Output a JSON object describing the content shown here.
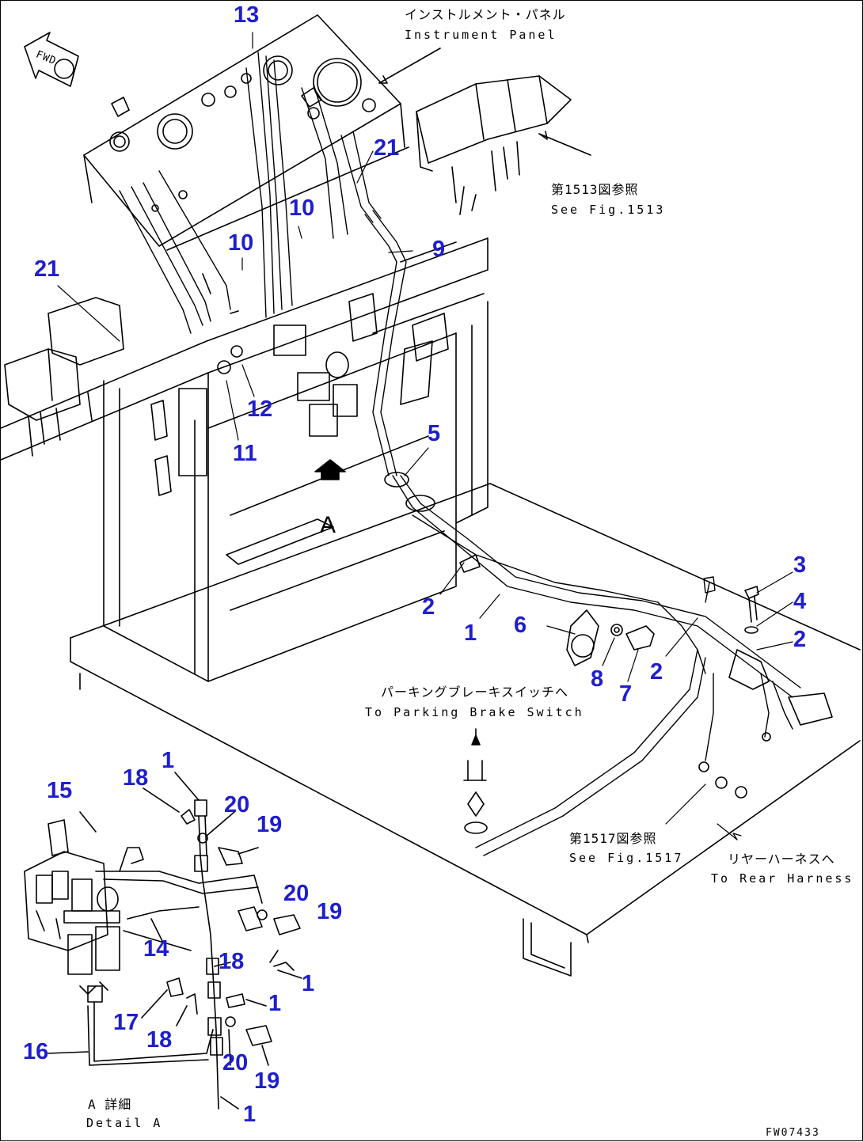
{
  "callouts": {
    "c13": "13",
    "c21a": "21",
    "c21b": "21",
    "c10a": "10",
    "c10b": "10",
    "c9": "9",
    "c12": "12",
    "c11": "11",
    "c5": "5",
    "c3": "3",
    "c4": "4",
    "c2a": "2",
    "c2b": "2",
    "c2c": "2",
    "c1a": "1",
    "c6": "6",
    "c8": "8",
    "c7": "7",
    "d15": "15",
    "d18a": "18",
    "d1a": "1",
    "d20a": "20",
    "d19a": "19",
    "d20b": "20",
    "d19b": "19",
    "d14": "14",
    "d18b": "18",
    "d1b": "1",
    "d1c": "1",
    "d17": "17",
    "d18c": "18",
    "d16": "16",
    "d20c": "20",
    "d19c": "19",
    "d1d": "1"
  },
  "notes": {
    "instrument_panel_jp": "インストルメント・パネル",
    "instrument_panel_en": "Instrument Panel",
    "fig1513_jp": "第1513図参照",
    "fig1513_en": "See Fig.1513",
    "parking_jp": "パーキングブレーキスイッチへ",
    "parking_en": "To Parking Brake Switch",
    "fig1517_jp": "第1517図参照",
    "fig1517_en": "See Fig.1517",
    "rear_jp": "リヤーハーネスへ",
    "rear_en": "To Rear Harness",
    "detail_jp": "A 詳細",
    "detail_en": "Detail A",
    "view_a": "A",
    "fwd": "FWD",
    "drawing_no": "FW07433"
  },
  "colors": {
    "callout": "#1e1ecf",
    "line": "#000000"
  }
}
